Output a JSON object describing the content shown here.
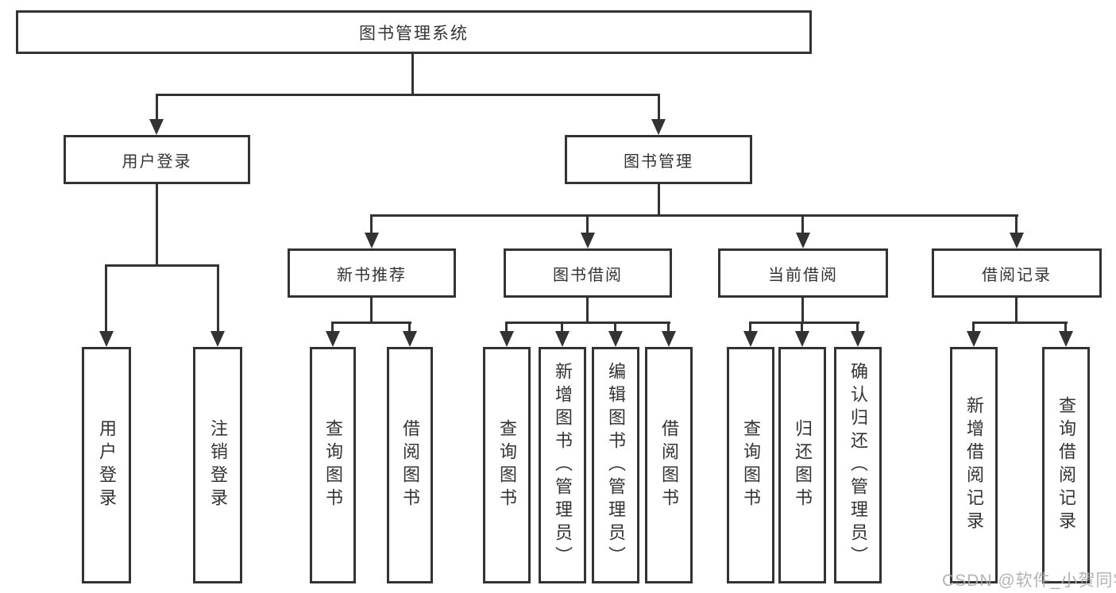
{
  "nodes": {
    "root": "图书管理系统",
    "user_login": "用户登录",
    "book_management": "图书管理",
    "new_book_recommend": "新书推荐",
    "book_borrow": "图书借阅",
    "current_borrow": "当前借阅",
    "borrow_records": "借阅记录"
  },
  "leaves": {
    "user_login": [
      "用户登录",
      "注销登录"
    ],
    "new_book_recommend": [
      "查询图书",
      "借阅图书"
    ],
    "book_borrow": [
      "查询图书",
      "新增图书（管理员）",
      "编辑图书（管理员）",
      "借阅图书"
    ],
    "current_borrow": [
      "查询图书",
      "归还图书",
      "确认归还（管理员）"
    ],
    "borrow_records": [
      "新增借阅记录",
      "查询借阅记录"
    ]
  },
  "watermark": "CSDN @软件_小贺同学",
  "colors": {
    "line": "#333333",
    "box_background": "#ffffff",
    "text": "#333333",
    "watermark": "#a8a8a8"
  }
}
